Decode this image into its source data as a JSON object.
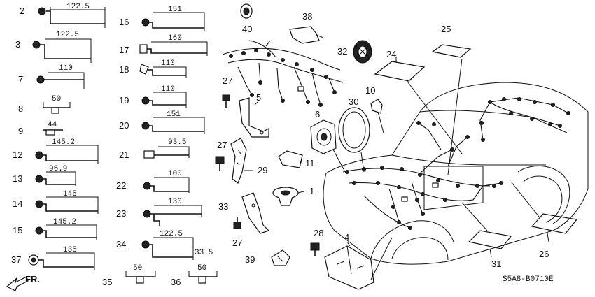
{
  "diagram": {
    "code": "S5A8-B0710E",
    "front_label": "FR.",
    "clips": [
      {
        "no": "2",
        "dim": "122.5"
      },
      {
        "no": "3",
        "dim": "122.5"
      },
      {
        "no": "7",
        "dim": "110"
      },
      {
        "no": "8",
        "dim": "50"
      },
      {
        "no": "9",
        "dim": "44"
      },
      {
        "no": "12",
        "dim": "145.2"
      },
      {
        "no": "13",
        "dim": "96.9"
      },
      {
        "no": "14",
        "dim": "145"
      },
      {
        "no": "15",
        "dim": "145.2"
      },
      {
        "no": "37",
        "dim": "135"
      },
      {
        "no": "16",
        "dim": "151"
      },
      {
        "no": "17",
        "dim": "160"
      },
      {
        "no": "18",
        "dim": "110"
      },
      {
        "no": "19",
        "dim": "110"
      },
      {
        "no": "20",
        "dim": "151"
      },
      {
        "no": "21",
        "dim": "93.5"
      },
      {
        "no": "22",
        "dim": "100"
      },
      {
        "no": "23",
        "dim": "130"
      },
      {
        "no": "34",
        "dim": "122.5",
        "dim2": "33.5"
      },
      {
        "no": "35",
        "dim": "50"
      },
      {
        "no": "36",
        "dim": "50"
      }
    ],
    "parts": [
      {
        "no": "40"
      },
      {
        "no": "38"
      },
      {
        "no": "32"
      },
      {
        "no": "27"
      },
      {
        "no": "5"
      },
      {
        "no": "24"
      },
      {
        "no": "25"
      },
      {
        "no": "10"
      },
      {
        "no": "30"
      },
      {
        "no": "6"
      },
      {
        "no": "27"
      },
      {
        "no": "29"
      },
      {
        "no": "11"
      },
      {
        "no": "1"
      },
      {
        "no": "33"
      },
      {
        "no": "27"
      },
      {
        "no": "28"
      },
      {
        "no": "4"
      },
      {
        "no": "39"
      },
      {
        "no": "31"
      },
      {
        "no": "26"
      }
    ]
  }
}
